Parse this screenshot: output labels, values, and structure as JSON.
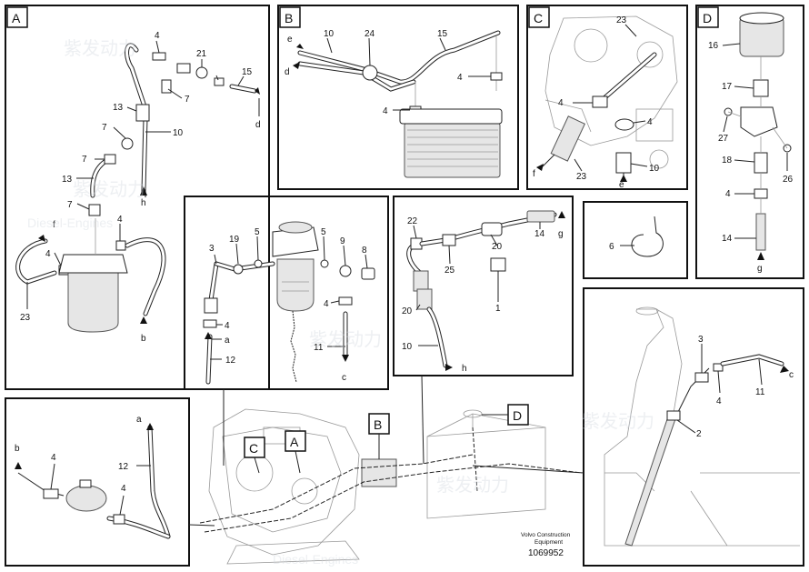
{
  "panels": {
    "A": {
      "tag": "A",
      "labels": {
        "p4a": "4",
        "p21": "21",
        "p15": "15",
        "d": "d",
        "p7a": "7",
        "p13a": "13",
        "p7b": "7",
        "p10": "10",
        "p7c": "7",
        "p13b": "13",
        "h": "h",
        "p7d": "7",
        "f": "f",
        "p4b": "4",
        "p4c": "4",
        "p23": "23",
        "b": "b"
      }
    },
    "B": {
      "tag": "B",
      "labels": {
        "e": "e",
        "p10": "10",
        "p24": "24",
        "p15": "15",
        "d": "d",
        "p4a": "4",
        "p4b": "4"
      }
    },
    "C": {
      "tag": "C",
      "labels": {
        "p23a": "23",
        "p4a": "4",
        "p4b": "4",
        "f": "f",
        "p23b": "23",
        "p10": "10",
        "e": "e"
      }
    },
    "D": {
      "tag": "D",
      "labels": {
        "p16": "16",
        "p17": "17",
        "p27": "27",
        "p26": "26",
        "p18": "18",
        "p4": "4",
        "p14": "14",
        "g": "g"
      }
    },
    "filter": {
      "labels": {
        "p3": "3",
        "p19": "19",
        "p5a": "5",
        "p5b": "5",
        "p9": "9",
        "p8": "8",
        "p4a": "4",
        "p4b": "4",
        "a": "a",
        "p12": "12",
        "p11": "11",
        "c": "c"
      }
    },
    "pump": {
      "labels": {
        "p22": "22",
        "p25": "25",
        "p20a": "20",
        "p14": "14",
        "g": "g",
        "p1": "1",
        "p20b": "20",
        "p10": "10",
        "h": "h"
      }
    },
    "clamp": {
      "labels": {
        "p6": "6"
      }
    },
    "tank": {
      "labels": {
        "p3": "3",
        "p4": "4",
        "p11": "11",
        "c": "c",
        "p2": "2"
      }
    },
    "lowerleft": {
      "labels": {
        "a": "a",
        "b": "b",
        "p4a": "4",
        "p12": "12",
        "p4b": "4"
      }
    },
    "overview": {
      "tags": {
        "A": "A",
        "B": "B",
        "C": "C",
        "D": "D"
      },
      "caption_line1": "Volvo Construction",
      "caption_line2": "Equipment",
      "doc_number": "1069952"
    }
  },
  "watermark": {
    "brand_cn": "紫发动力",
    "brand_en": "Diesel-Engines"
  }
}
